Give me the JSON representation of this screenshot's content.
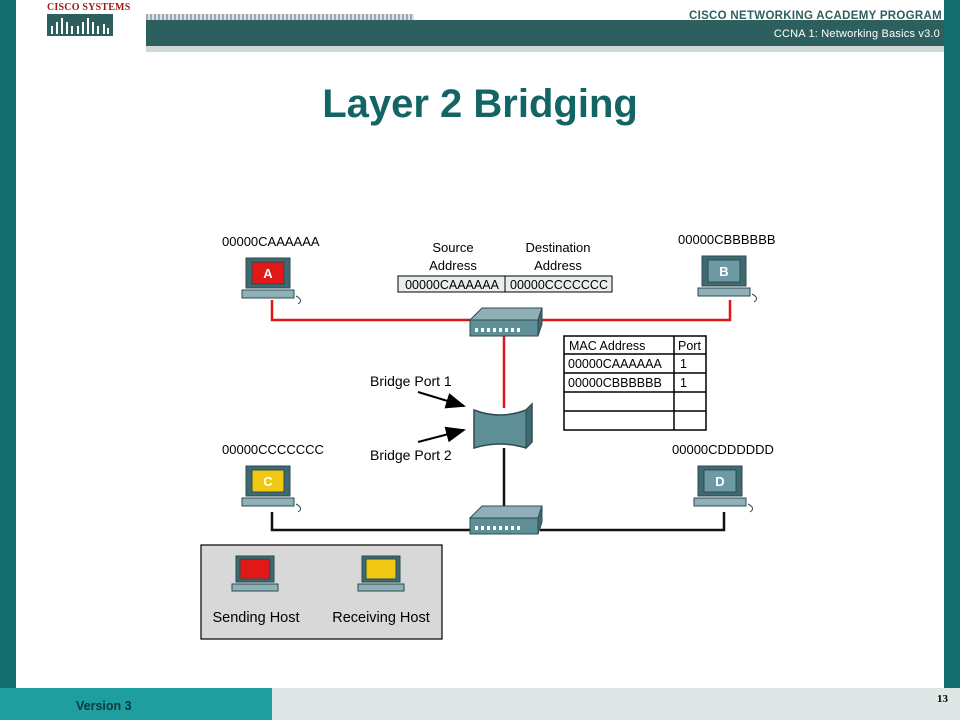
{
  "header": {
    "logo_text": "CISCO SYSTEMS",
    "program": "CISCO NETWORKING ACADEMY PROGRAM",
    "course": "CCNA 1: Networking Basics v3.0"
  },
  "slide": {
    "title": "Layer 2 Bridging",
    "number": "13"
  },
  "footer": {
    "version": "Version 3"
  },
  "diagram": {
    "hosts": [
      {
        "letter": "A",
        "mac": "00000CAAAAAA",
        "color": "#e01818"
      },
      {
        "letter": "B",
        "mac": "00000CBBBBBB",
        "color": "#6e9aa6"
      },
      {
        "letter": "C",
        "mac": "00000CCCCCCC",
        "color": "#f0c814"
      },
      {
        "letter": "D",
        "mac": "00000CDDDDDD",
        "color": "#6e9aa6"
      }
    ],
    "frame": {
      "source_label": [
        "Source",
        "Address"
      ],
      "destination_label": [
        "Destination",
        "Address"
      ],
      "source_value": "00000CAAAAAA",
      "destination_value": "00000CCCCCCC"
    },
    "bridge_ports": [
      "Bridge Port 1",
      "Bridge Port 2"
    ],
    "mac_table": {
      "headers": [
        "MAC Address",
        "Port"
      ],
      "rows": [
        [
          "00000CAAAAAA",
          "1"
        ],
        [
          "00000CBBBBBB",
          "1"
        ],
        [
          "",
          ""
        ],
        [
          "",
          ""
        ]
      ]
    },
    "legend": [
      {
        "label": "Sending Host",
        "color": "#e01818"
      },
      {
        "label": "Receiving Host",
        "color": "#f0c814"
      }
    ],
    "colors": {
      "active_link": "#e01818",
      "idle_link": "#111111",
      "device": "#5f8f96"
    }
  }
}
